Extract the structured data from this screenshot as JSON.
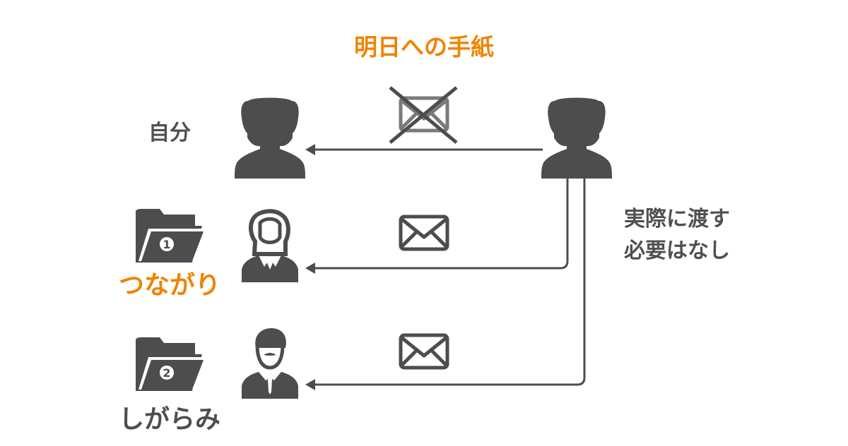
{
  "colors": {
    "accent": "#f08300",
    "dark": "#4d4d4d",
    "text": "#505050",
    "envelope_disabled": "#7a7a7a",
    "background": "#ffffff"
  },
  "title": "明日への手紙",
  "self_label": "自分",
  "note": {
    "line1": "実際に渡す",
    "line2": "必要はなし"
  },
  "folders": [
    {
      "number": "1",
      "label": "つながり",
      "label_color": "accent",
      "icon": "folder-icon"
    },
    {
      "number": "2",
      "label": "しがらみ",
      "label_color": "dark",
      "icon": "folder-icon"
    }
  ],
  "people": [
    {
      "role": "self",
      "icon": "person-silhouette-icon",
      "letter": "crossed-out-envelope-icon"
    },
    {
      "role": "woman",
      "icon": "businesswoman-icon",
      "letter": "envelope-icon"
    },
    {
      "role": "man",
      "icon": "businessman-mustache-icon",
      "letter": "envelope-icon"
    }
  ],
  "sender": {
    "icon": "person-silhouette-icon"
  }
}
